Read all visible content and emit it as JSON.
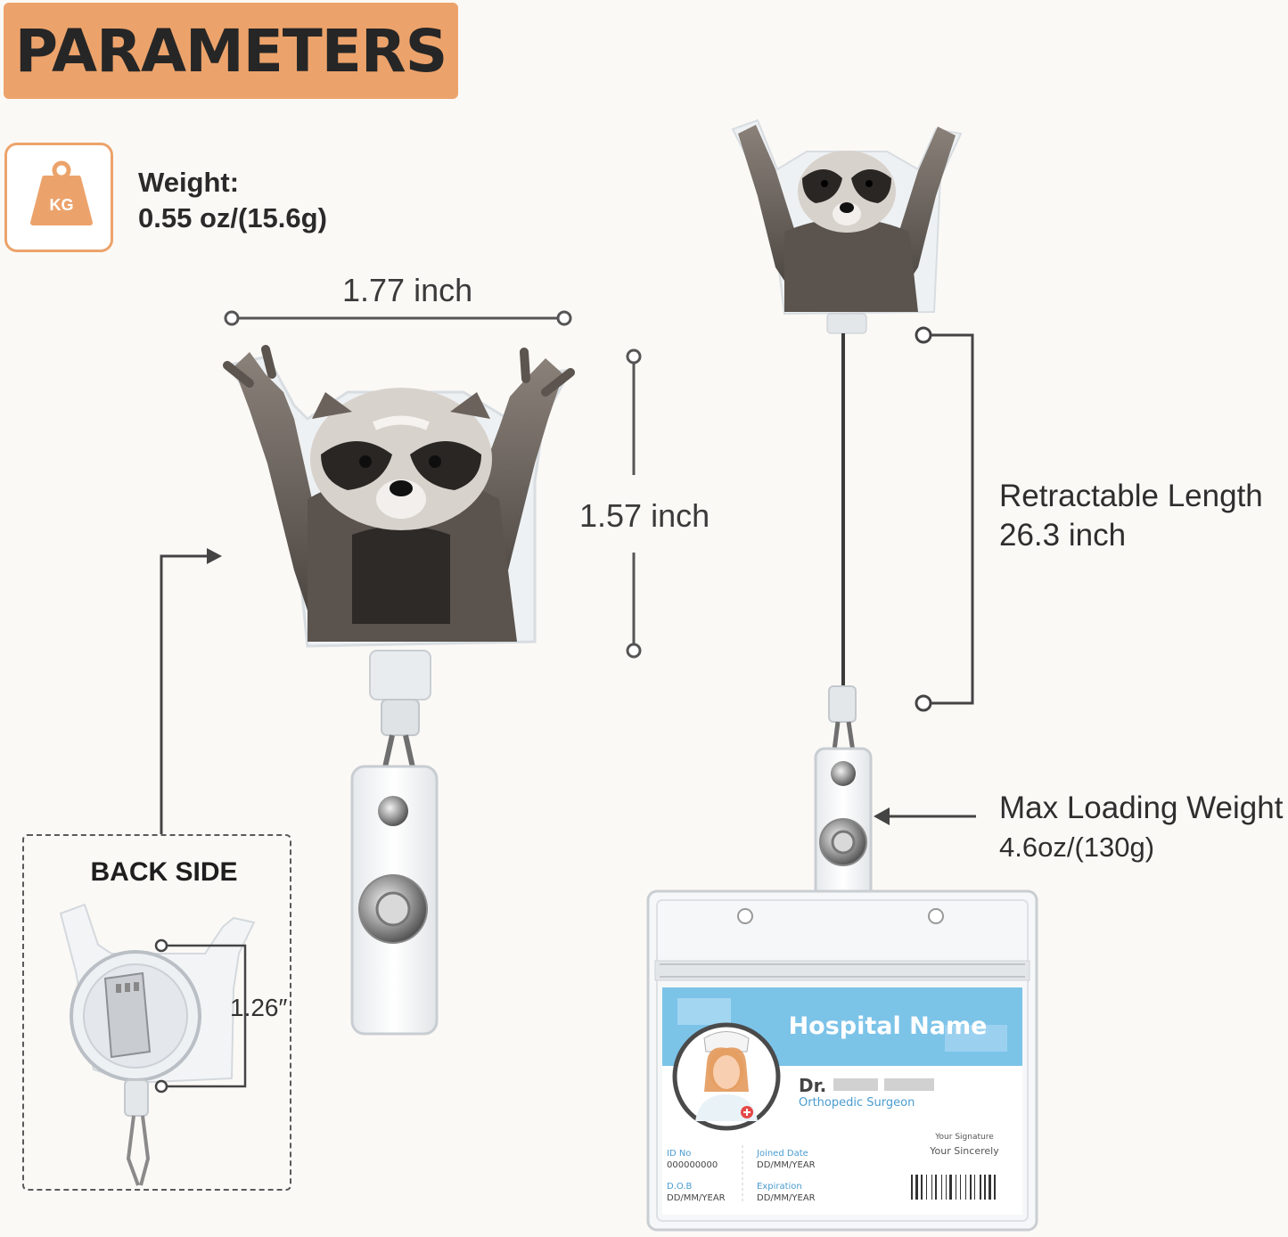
{
  "header": {
    "title": "PARAMETERS"
  },
  "weight": {
    "unit_badge": "KG",
    "label": "Weight:",
    "value": "0.55 oz/(15.6g)"
  },
  "dimensions": {
    "width": "1.77 inch",
    "height": "1.57 inch"
  },
  "retractable": {
    "label": "Retractable Length",
    "value": "26.3 inch"
  },
  "max_loading": {
    "label": "Max Loading Weight",
    "value": "4.6oz/(130g)"
  },
  "back_side": {
    "title": "BACK SIDE",
    "dimension": "1.26″"
  },
  "id_card": {
    "hospital": "Hospital Name",
    "doctor_prefix": "Dr.",
    "specialty": "Orthopedic Surgeon",
    "signature_label": "Your Signature",
    "signature_value": "Your Sincerely",
    "id_label": "ID No",
    "id_value": "000000000",
    "joined_label": "Joined Date",
    "joined_value": "DD/MM/YEAR",
    "dob_label": "D.O.B",
    "dob_value": "DD/MM/YEAR",
    "expiration_label": "Expiration",
    "expiration_value": "DD/MM/YEAR"
  }
}
